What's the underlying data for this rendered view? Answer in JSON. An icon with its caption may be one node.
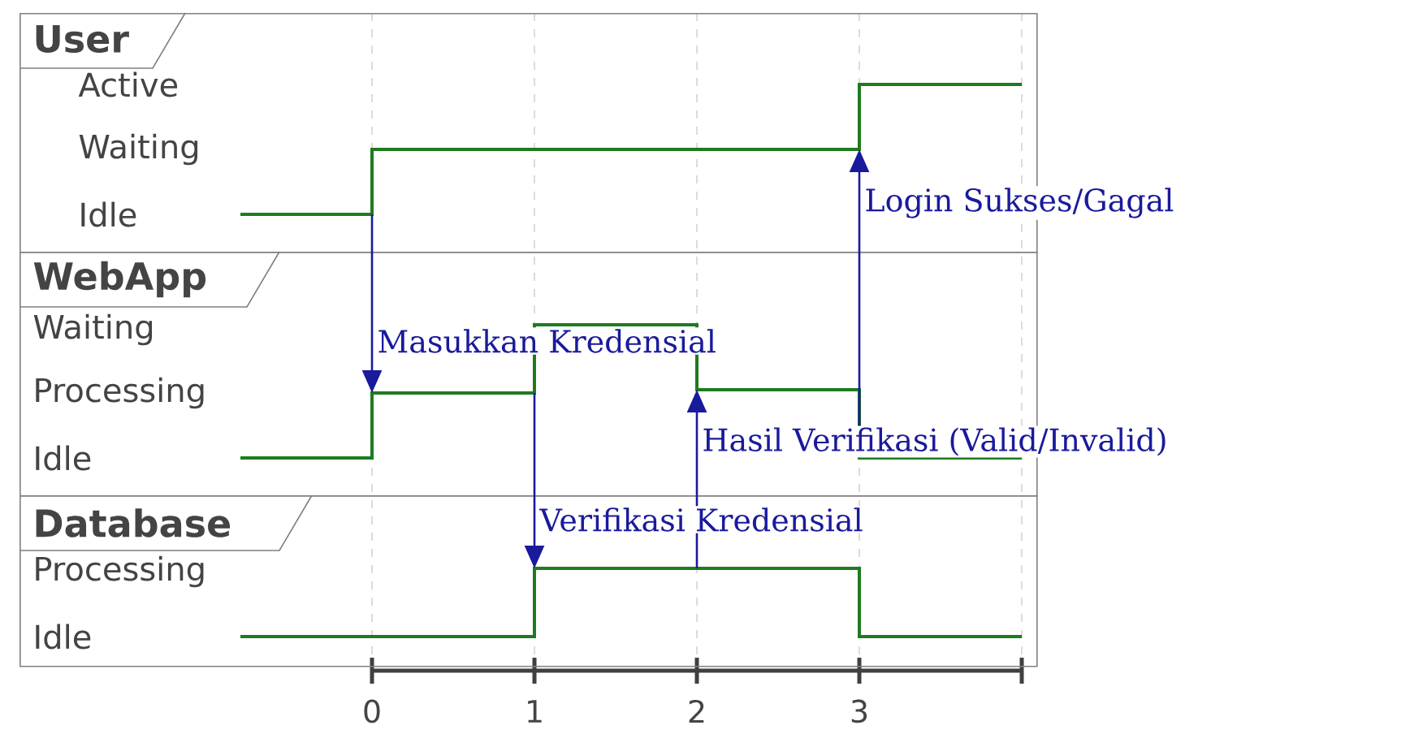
{
  "diagram": {
    "nodes": [
      {
        "text": [
          "User",
          "Active",
          "Waiting",
          "Idle"
        ]
      },
      {
        "text": [
          "WebApp",
          "Waiting",
          "Processing",
          "Idle"
        ]
      },
      {
        "text": [
          "Database",
          "Processing",
          "Idle"
        ]
      }
    ],
    "edges": [
      {
        "from": 0,
        "to": 1,
        "arrow": "to",
        "label": "Masukkan Kredensial"
      },
      {
        "from": 1,
        "to": 2,
        "arrow": "to",
        "label": "Verifikasi Kredensial"
      },
      {
        "from": 2,
        "to": 1,
        "arrow": "to",
        "label": "Hasil Verifikasi (Valid/Invalid)"
      },
      {
        "from": 1,
        "to": 0,
        "arrow": "to",
        "label": "Login Sukses/Gagal"
      }
    ],
    "labels": [
      "0",
      "1",
      "2",
      "3"
    ]
  }
}
